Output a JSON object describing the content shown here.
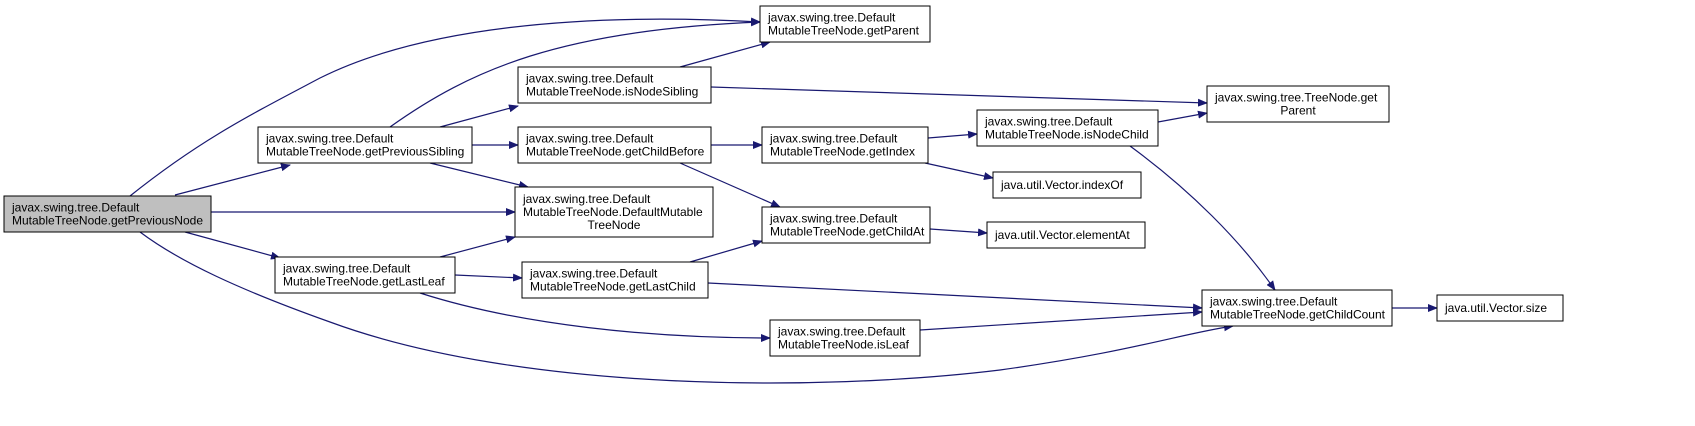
{
  "colors": {
    "edge": "#191970",
    "node_fill": "#ffffff",
    "focus_fill": "#bfbfbf",
    "border": "#000000"
  },
  "nodes": [
    {
      "id": "getPreviousNode",
      "lines": [
        "javax.swing.tree.Default",
        "MutableTreeNode.getPreviousNode"
      ],
      "focus": true
    },
    {
      "id": "getPreviousSibling",
      "lines": [
        "javax.swing.tree.Default",
        "MutableTreeNode.getPreviousSibling"
      ]
    },
    {
      "id": "getLastLeaf",
      "lines": [
        "javax.swing.tree.Default",
        "MutableTreeNode.getLastLeaf"
      ]
    },
    {
      "id": "getParent",
      "lines": [
        "javax.swing.tree.Default",
        "MutableTreeNode.getParent"
      ]
    },
    {
      "id": "isNodeSibling",
      "lines": [
        "javax.swing.tree.Default",
        "MutableTreeNode.isNodeSibling"
      ]
    },
    {
      "id": "getChildBefore",
      "lines": [
        "javax.swing.tree.Default",
        "MutableTreeNode.getChildBefore"
      ]
    },
    {
      "id": "ctor",
      "lines": [
        "javax.swing.tree.Default",
        "MutableTreeNode.DefaultMutable",
        "TreeNode"
      ]
    },
    {
      "id": "getLastChild",
      "lines": [
        "javax.swing.tree.Default",
        "MutableTreeNode.getLastChild"
      ]
    },
    {
      "id": "isLeaf",
      "lines": [
        "javax.swing.tree.Default",
        "MutableTreeNode.isLeaf"
      ]
    },
    {
      "id": "getIndex",
      "lines": [
        "javax.swing.tree.Default",
        "MutableTreeNode.getIndex"
      ]
    },
    {
      "id": "getChildAt",
      "lines": [
        "javax.swing.tree.Default",
        "MutableTreeNode.getChildAt"
      ]
    },
    {
      "id": "isNodeChild",
      "lines": [
        "javax.swing.tree.Default",
        "MutableTreeNode.isNodeChild"
      ]
    },
    {
      "id": "indexOf",
      "lines": [
        "java.util.Vector.indexOf"
      ]
    },
    {
      "id": "elementAt",
      "lines": [
        "java.util.Vector.elementAt"
      ]
    },
    {
      "id": "treeNodeGetParent",
      "lines": [
        "javax.swing.tree.TreeNode.get",
        "Parent"
      ]
    },
    {
      "id": "getChildCount",
      "lines": [
        "javax.swing.tree.Default",
        "MutableTreeNode.getChildCount"
      ]
    },
    {
      "id": "size",
      "lines": [
        "java.util.Vector.size"
      ]
    }
  ],
  "edges": [
    {
      "from": "getPreviousNode",
      "to": "getPreviousSibling"
    },
    {
      "from": "getPreviousNode",
      "to": "getParent"
    },
    {
      "from": "getPreviousNode",
      "to": "ctor"
    },
    {
      "from": "getPreviousNode",
      "to": "getLastLeaf"
    },
    {
      "from": "getPreviousNode",
      "to": "getChildCount"
    },
    {
      "from": "getPreviousSibling",
      "to": "getParent"
    },
    {
      "from": "getPreviousSibling",
      "to": "isNodeSibling"
    },
    {
      "from": "getPreviousSibling",
      "to": "getChildBefore"
    },
    {
      "from": "getPreviousSibling",
      "to": "ctor"
    },
    {
      "from": "isNodeSibling",
      "to": "getParent"
    },
    {
      "from": "isNodeSibling",
      "to": "treeNodeGetParent"
    },
    {
      "from": "getChildBefore",
      "to": "getIndex"
    },
    {
      "from": "getChildBefore",
      "to": "getChildAt"
    },
    {
      "from": "getLastLeaf",
      "to": "ctor"
    },
    {
      "from": "getLastLeaf",
      "to": "getLastChild"
    },
    {
      "from": "getLastLeaf",
      "to": "isLeaf"
    },
    {
      "from": "getLastChild",
      "to": "getChildAt"
    },
    {
      "from": "getLastChild",
      "to": "getChildCount"
    },
    {
      "from": "isLeaf",
      "to": "getChildCount"
    },
    {
      "from": "getIndex",
      "to": "isNodeChild"
    },
    {
      "from": "getIndex",
      "to": "indexOf"
    },
    {
      "from": "getChildAt",
      "to": "elementAt"
    },
    {
      "from": "isNodeChild",
      "to": "treeNodeGetParent"
    },
    {
      "from": "isNodeChild",
      "to": "getChildCount"
    },
    {
      "from": "getChildCount",
      "to": "size"
    }
  ]
}
